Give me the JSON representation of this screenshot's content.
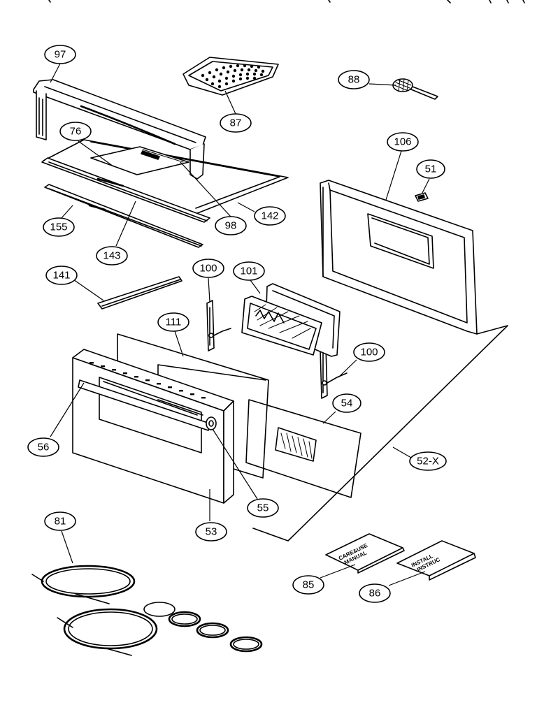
{
  "callouts": [
    {
      "label": "97"
    },
    {
      "label": "87"
    },
    {
      "label": "88"
    },
    {
      "label": "76"
    },
    {
      "label": "106"
    },
    {
      "label": "51"
    },
    {
      "label": "142"
    },
    {
      "label": "98"
    },
    {
      "label": "155"
    },
    {
      "label": "143"
    },
    {
      "label": "141"
    },
    {
      "label": "100"
    },
    {
      "label": "101"
    },
    {
      "label": "111"
    },
    {
      "label": "100"
    },
    {
      "label": "54"
    },
    {
      "label": "52-X"
    },
    {
      "label": "56"
    },
    {
      "label": "55"
    },
    {
      "label": "53"
    },
    {
      "label": "81"
    },
    {
      "label": "85"
    },
    {
      "label": "86"
    }
  ],
  "books": {
    "care_use_line1": "CARE&USE",
    "care_use_line2": "MANUAL",
    "install_line1": "INSTALL",
    "install_line2": "INSTRUC"
  }
}
